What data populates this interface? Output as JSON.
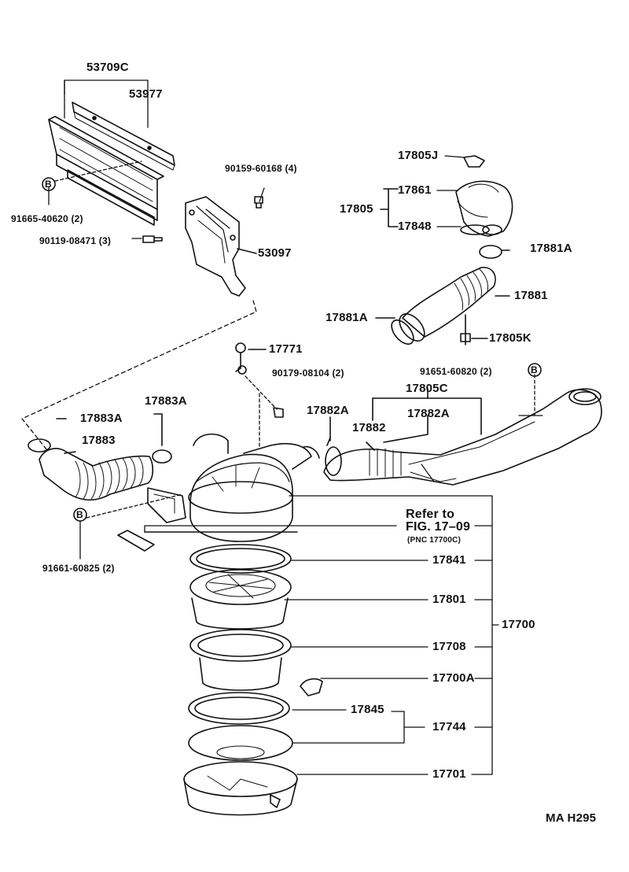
{
  "callouts": {
    "c53709c": "53709C",
    "c53977": "53977",
    "c91665": "91665-40620 (2)",
    "c90119": "90119-08471 (3)",
    "c90159": "90159-60168 (4)",
    "c53097": "53097",
    "c17805j": "17805J",
    "c17861": "17861",
    "c17805": "17805",
    "c17848": "17848",
    "c17881a_r": "17881A",
    "c17881": "17881",
    "c17881a_l": "17881A",
    "c17805k": "17805K",
    "c17771": "17771",
    "c90179": "90179-08104 (2)",
    "c91651": "91651-60820 (2)",
    "c17805c": "17805C",
    "c17882a_top": "17882A",
    "c17882a_r": "17882A",
    "c17882": "17882",
    "c17883a_l": "17883A",
    "c17883a_r": "17883A",
    "c17883": "17883",
    "c91661": "91661-60825 (2)",
    "c17841": "17841",
    "c17801": "17801",
    "c17700": "17700",
    "c17708": "17708",
    "c17700a": "17700A",
    "c17845": "17845",
    "c17744": "17744",
    "c17701": "17701"
  },
  "reference": {
    "line1": "Refer to",
    "line2": "FIG. 17–09",
    "line3": "(PNC 17700C)"
  },
  "marker_letter": "B",
  "figure_code": "MA H295"
}
